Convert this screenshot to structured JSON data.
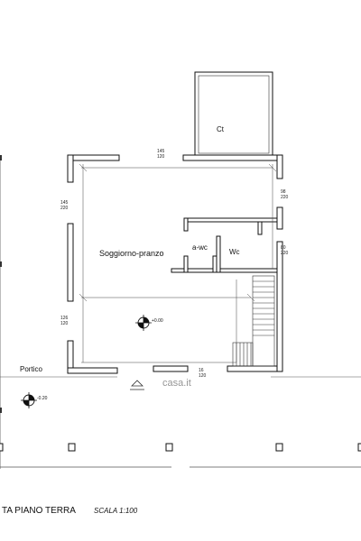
{
  "rooms": {
    "ct": "Ct",
    "soggiorno": "Soggiorno-pranzo",
    "awc": "a-wc",
    "wc": "Wc",
    "portico": "Portico"
  },
  "levels": {
    "interior": "+0.00",
    "exterior": "-0.20"
  },
  "dimensions": {
    "top_a": "145",
    "top_b": "120",
    "left_top_a": "145",
    "left_top_b": "220",
    "right_top_a": "98",
    "right_top_b": "220",
    "right_mid_a": "80",
    "right_mid_b": "220",
    "left_bot_a": "126",
    "left_bot_b": "120",
    "bottom_a": "16",
    "bottom_b": "120"
  },
  "caption": {
    "title": "TA PIANO TERRA",
    "scale": "SCALA 1:100"
  },
  "watermark": "casa.it"
}
